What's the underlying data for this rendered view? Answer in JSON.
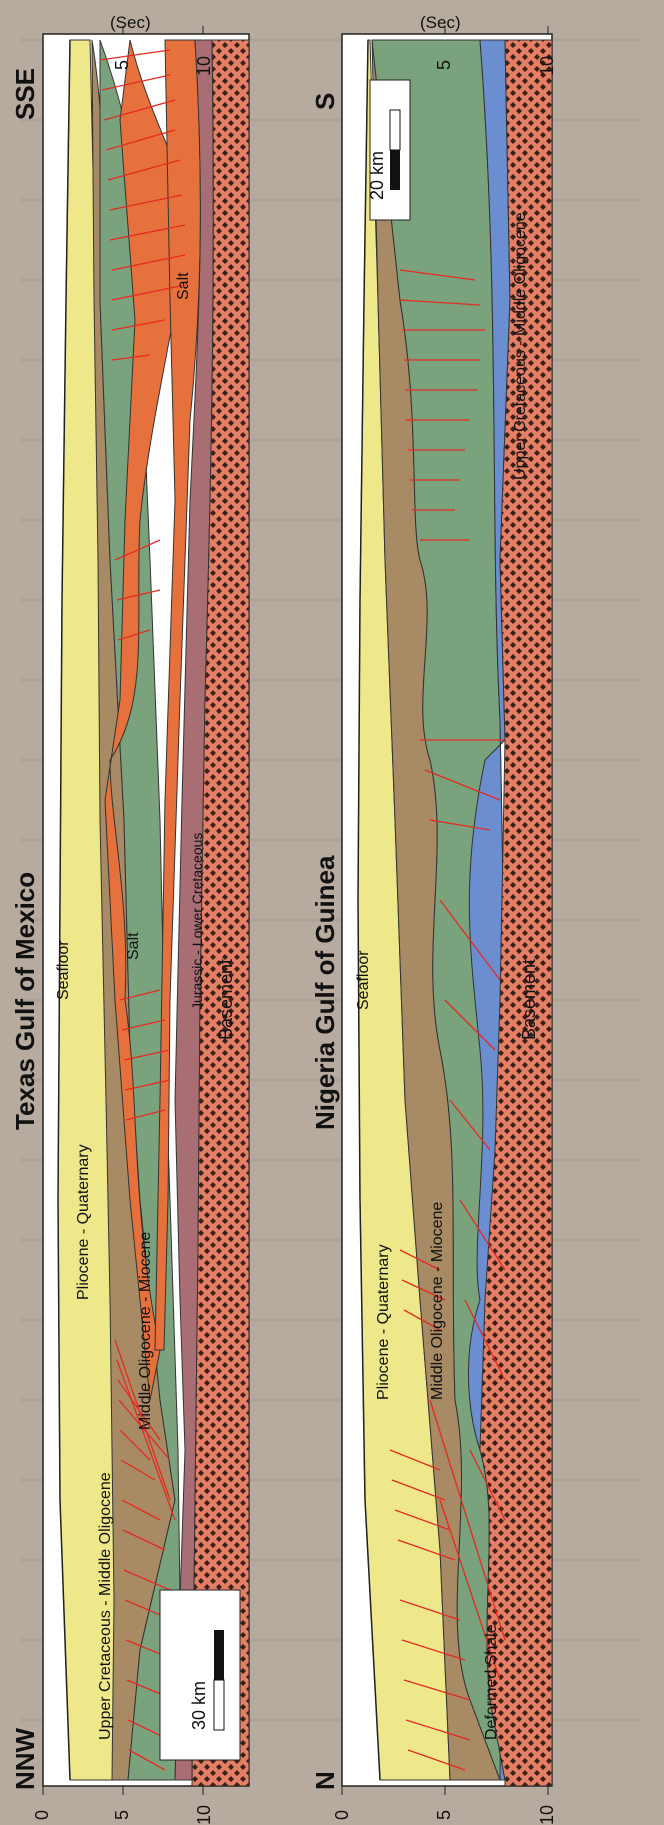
{
  "background_text_color": "#8e857a",
  "sections": {
    "gulf_of_mexico": {
      "title": "Texas  Gulf of Mexico",
      "end_left": "NNW",
      "end_right": "SSE",
      "axis_unit": "(Sec)",
      "ticks_top": [
        "5",
        "10"
      ],
      "ticks_left": [
        "0",
        "5",
        "10"
      ],
      "scale_bar": "30 km",
      "labels": {
        "seafloor": "Seafloor",
        "pliocene": "Pliocene - Quaternary",
        "middle_oligocene": "Middle Oligocene - Miocene",
        "upper_cretaceous": "Upper Cretaceous - Middle Oligocene",
        "salt1": "Salt",
        "salt2": "Salt",
        "salt3": "Salt",
        "jurassic": "Jurassic - Lower Cretaceous",
        "basement": "Basement"
      }
    },
    "gulf_of_guinea": {
      "title": "Nigeria Gulf of Guinea",
      "end_left": "N",
      "end_right": "S",
      "axis_unit": "(Sec)",
      "ticks_top": [
        "5",
        "10"
      ],
      "ticks_left": [
        "0",
        "5",
        "10"
      ],
      "scale_bar": "20 km",
      "labels": {
        "seafloor": "Seafloor",
        "pliocene": "Pliocene - Quaternary",
        "middle_oligocene": "Middle Oligocene - Miocene",
        "upper_cretaceous": "Upper Cretaceous - Middle Oligocene",
        "deformed_shale": "Deformed Shale",
        "basement": "Basement"
      }
    }
  },
  "colors": {
    "pliocene": "#eee88a",
    "oligocene_miocene": "#a88a64",
    "upper_cretaceous": "#7aa27c",
    "salt": "#e7713c",
    "jurassic": "#a86e74",
    "basement": "#e47f66",
    "deformed_shale": "#6b8ed0",
    "fault": "#e52a22"
  }
}
